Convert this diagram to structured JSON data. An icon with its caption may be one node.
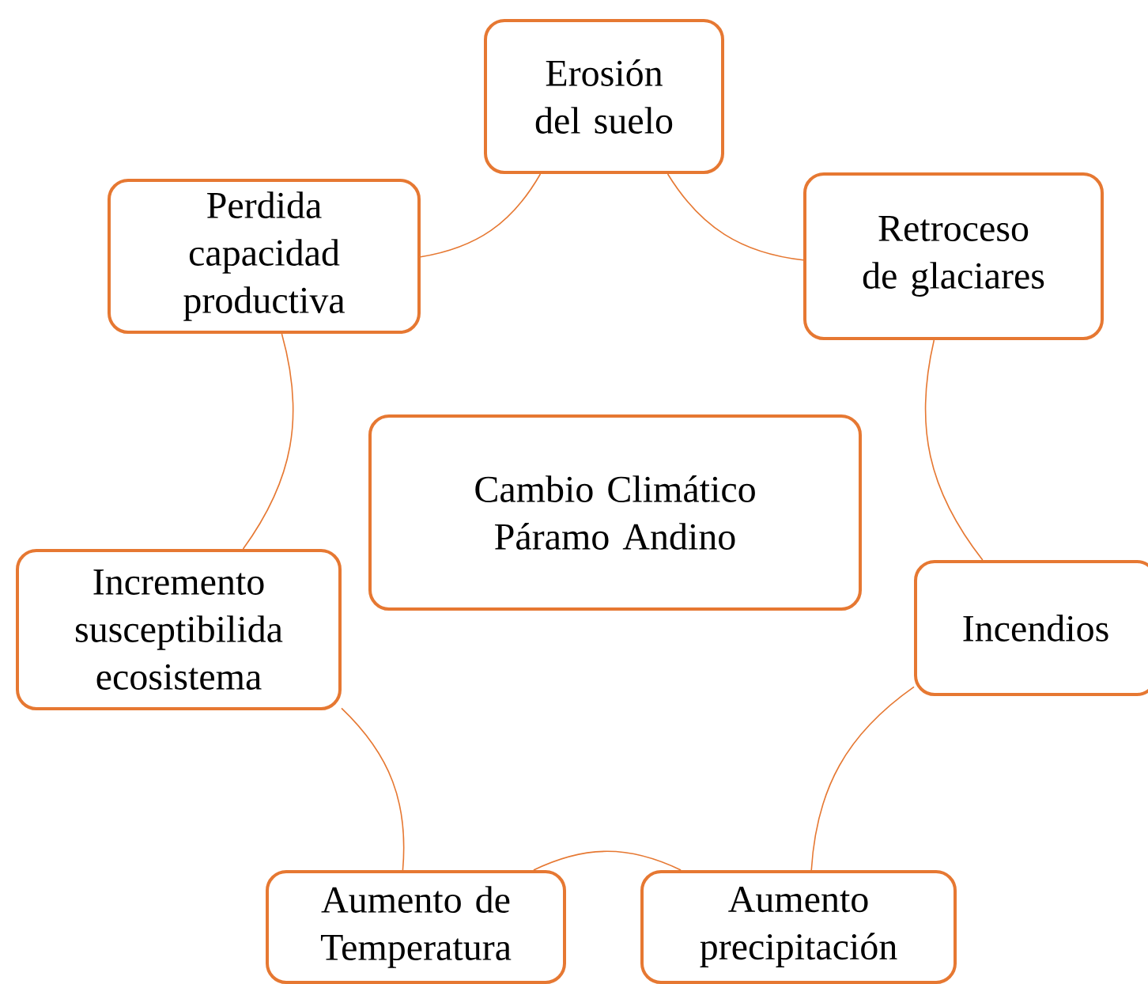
{
  "diagram": {
    "nodes": [
      {
        "text": [
          "Cambio Climático Páramo Andino"
        ]
      },
      {
        "text": [
          "Erosión del suelo"
        ]
      },
      {
        "text": [
          "Retroceso de glaciares"
        ]
      },
      {
        "text": [
          "Incendios"
        ]
      },
      {
        "text": [
          "Aumento precipitación"
        ]
      },
      {
        "text": [
          "Aumento de Temperatura"
        ]
      },
      {
        "text": [
          "Incremento susceptibilida ecosistema"
        ]
      },
      {
        "text": [
          "Perdida capacidad productiva"
        ]
      }
    ],
    "edges": [
      {
        "from": 1,
        "to": 2,
        "arrow": "none"
      },
      {
        "from": 2,
        "to": 3,
        "arrow": "none"
      },
      {
        "from": 3,
        "to": 4,
        "arrow": "none"
      },
      {
        "from": 4,
        "to": 5,
        "arrow": "none"
      },
      {
        "from": 5,
        "to": 6,
        "arrow": "none"
      },
      {
        "from": 6,
        "to": 7,
        "arrow": "none"
      },
      {
        "from": 7,
        "to": 1,
        "arrow": "none"
      }
    ]
  }
}
